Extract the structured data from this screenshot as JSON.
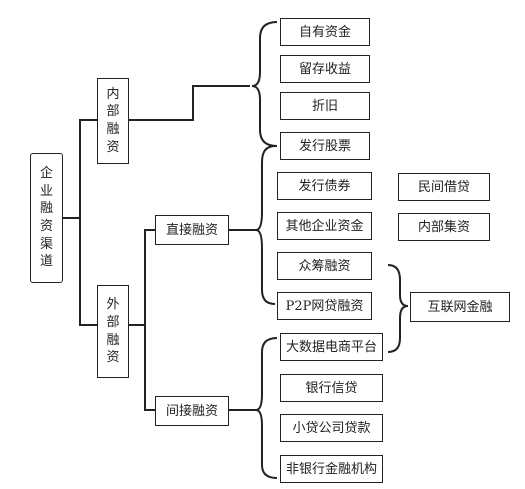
{
  "root": {
    "label": "企业融资渠道"
  },
  "internal": {
    "label": "内部融资",
    "items": [
      "自有资金",
      "留存收益",
      "折旧",
      "发行股票"
    ]
  },
  "external": {
    "label": "外部融资",
    "direct": {
      "label": "直接融资",
      "items": [
        "发行债券",
        "其他企业资金",
        "众筹融资",
        "P2P网贷融资"
      ],
      "side_items": [
        "民间借贷",
        "内部集资"
      ],
      "internet_finance": "互联网金融"
    },
    "indirect": {
      "label": "间接融资",
      "items": [
        "大数据电商平台",
        "银行信贷",
        "小贷公司贷款",
        "非银行金融机构"
      ]
    }
  }
}
